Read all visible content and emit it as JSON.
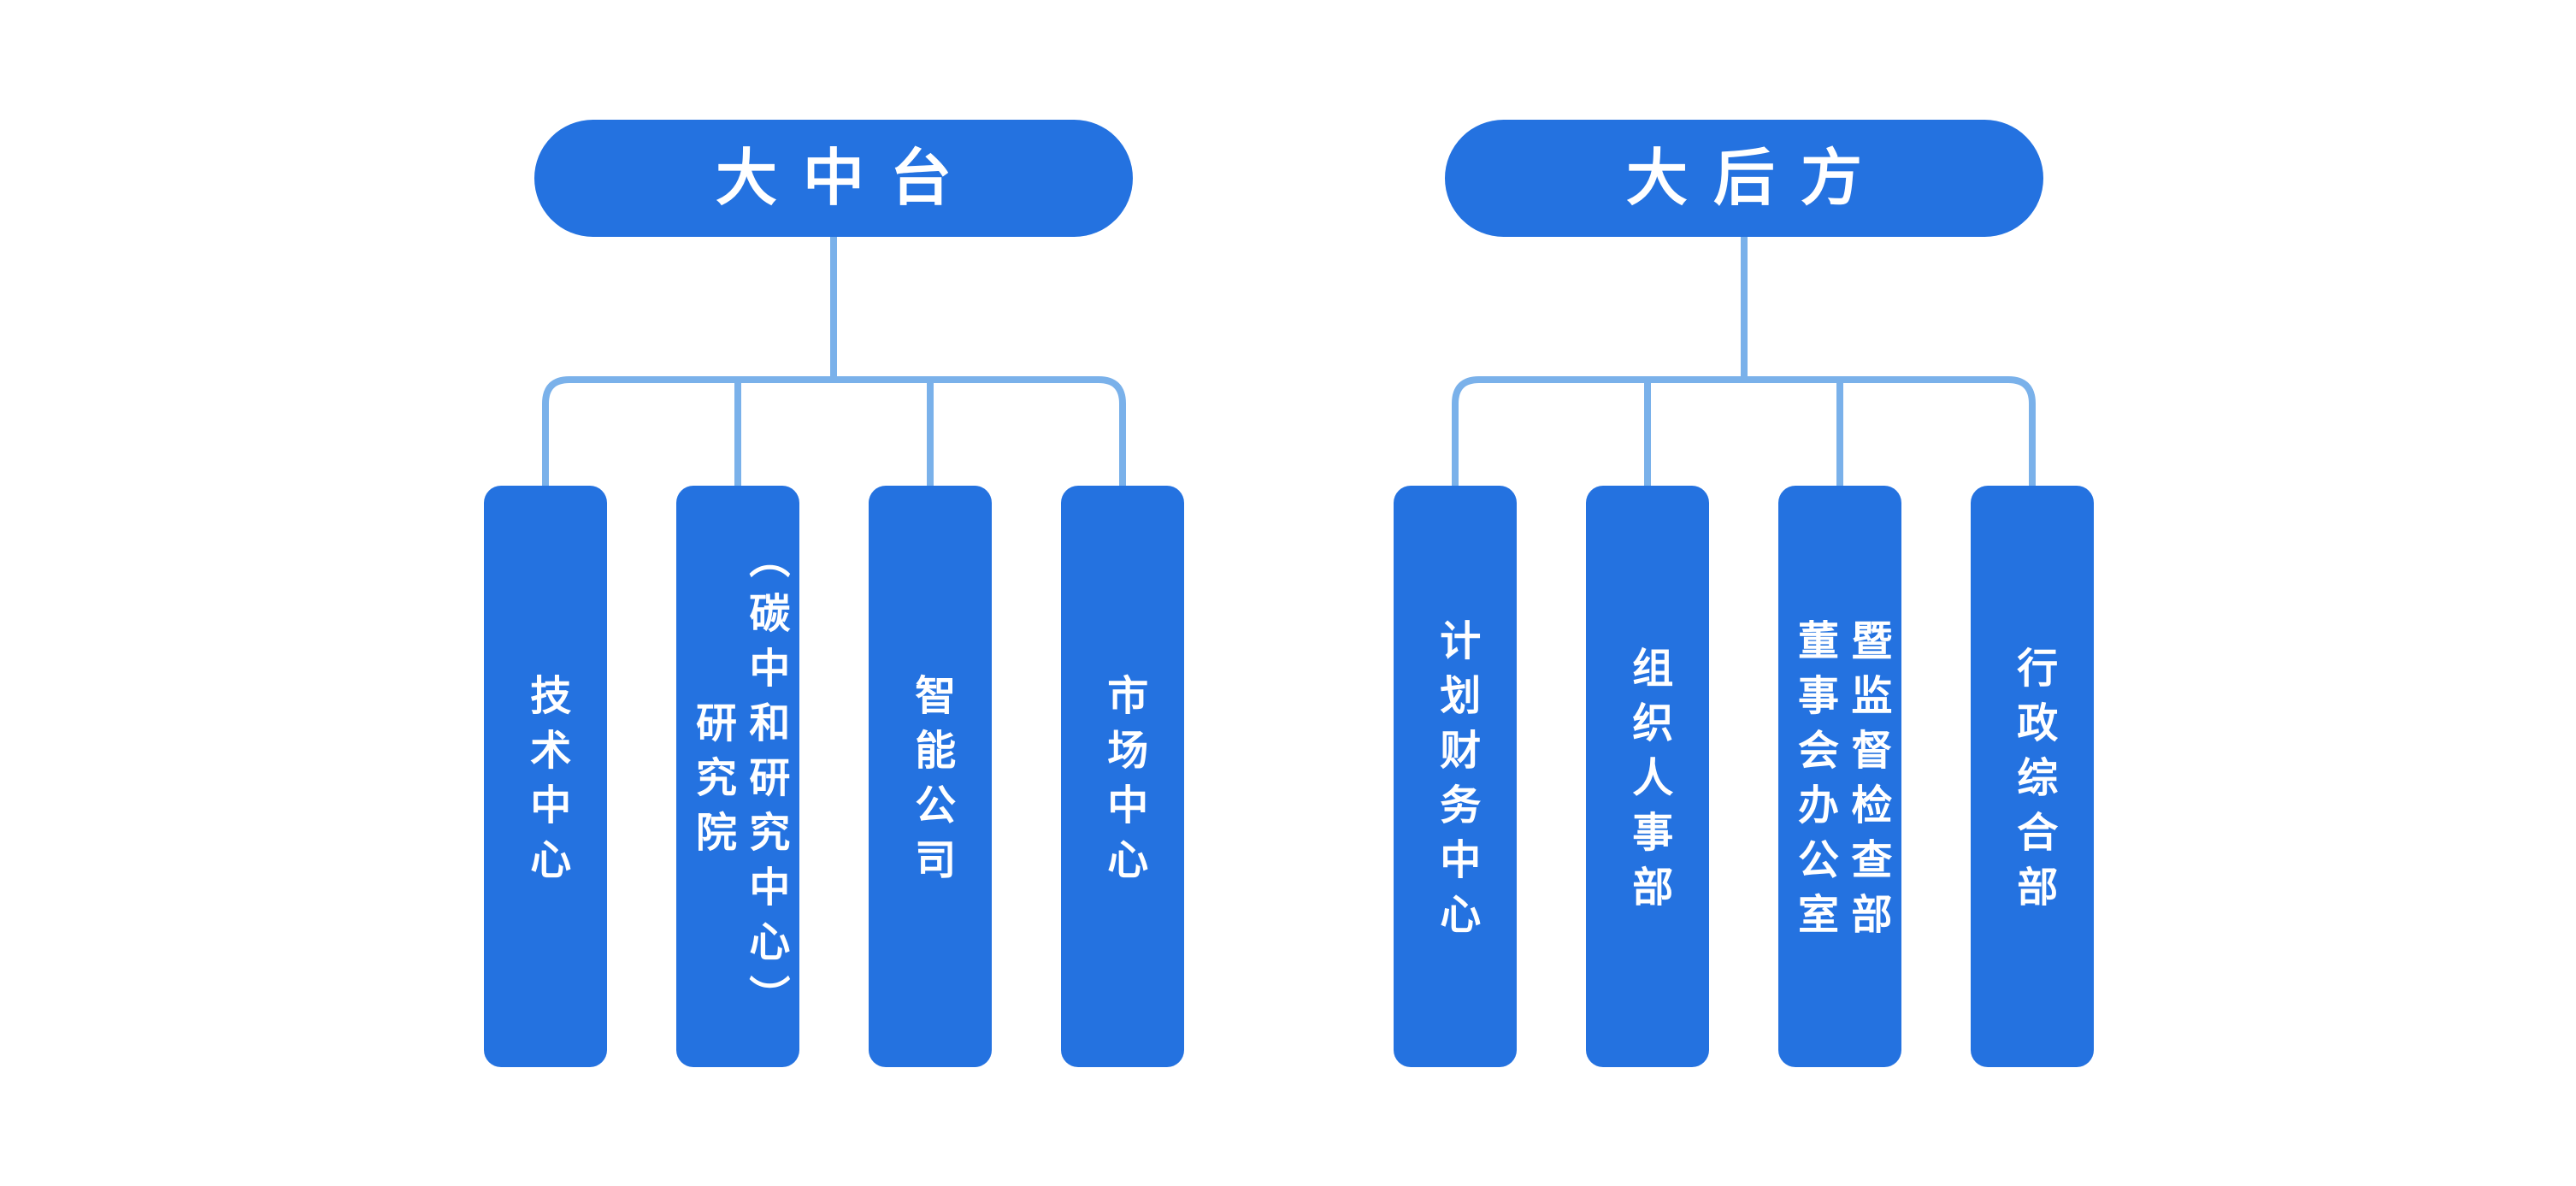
{
  "diagram": {
    "type": "org-chart",
    "colors": {
      "node_fill": "#2472E0",
      "node_text": "#FFFFFF",
      "connector_color": "#7AB1EA",
      "background_color": "#FFFFFF"
    },
    "groups": [
      {
        "root": "大中台",
        "children": [
          {
            "label": "技术中心"
          },
          {
            "label": "研究院\n（碳中和研究中心）"
          },
          {
            "label": "智能公司"
          },
          {
            "label": "市场中心"
          }
        ]
      },
      {
        "root": "大后方",
        "children": [
          {
            "label": "计划财务中心"
          },
          {
            "label": "组织人事部"
          },
          {
            "label": "董事会办公室\n暨监督检查部"
          },
          {
            "label": "行政综合部"
          }
        ]
      }
    ]
  }
}
